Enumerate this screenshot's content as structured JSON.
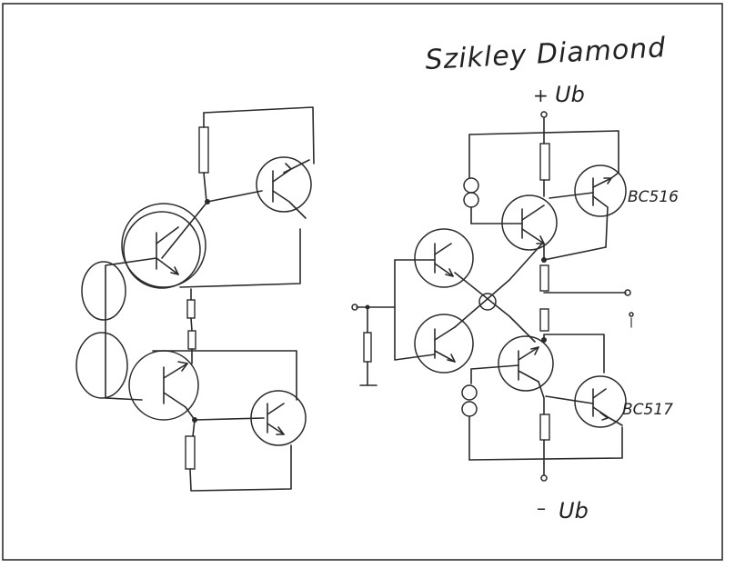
{
  "title": "Szikley Diamond",
  "supply": {
    "positive_sign": "+",
    "positive_label": "Ub",
    "negative_sign": "–",
    "negative_label": "Ub"
  },
  "parts": {
    "upper_output_transistor": "BC516",
    "lower_output_transistor": "BC517"
  }
}
